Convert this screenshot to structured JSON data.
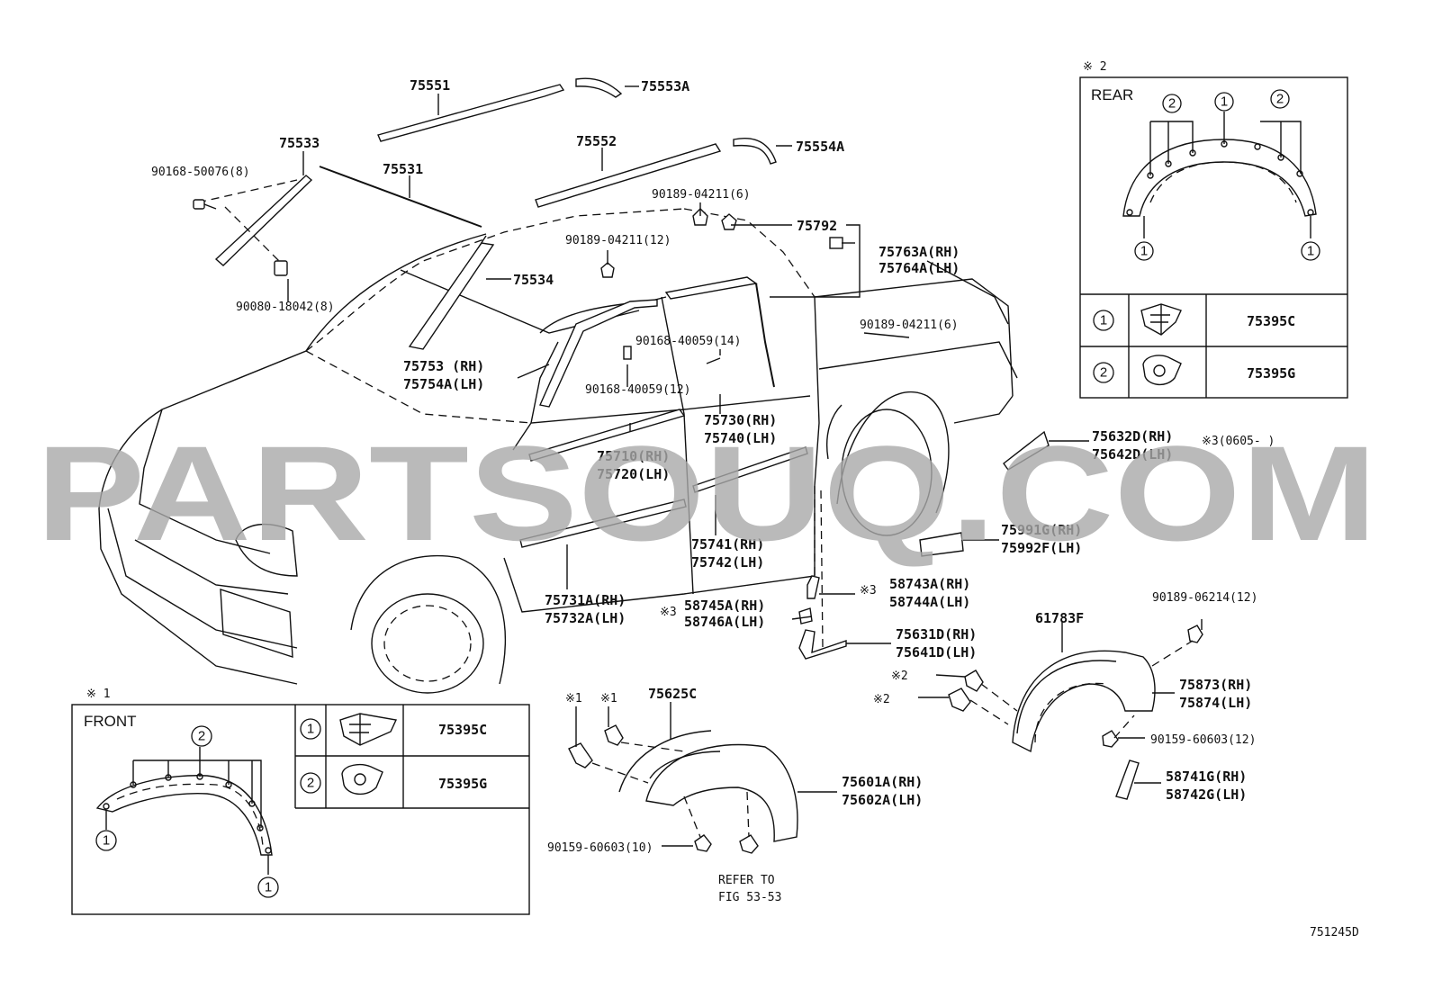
{
  "watermark": "PARTSOUQ.COM",
  "figure_code": "751245D",
  "labels": {
    "p75551": "75551",
    "p75553A": "75553A",
    "p75552": "75552",
    "p75554A": "75554A",
    "p75533": "75533",
    "p90168_50076": "90168-50076(8)",
    "p75531": "75531",
    "p90080_18042": "90080-18042(8)",
    "p75534": "75534",
    "p90189_04211_6a": "90189-04211(6)",
    "p75792": "75792",
    "p90189_04211_12": "90189-04211(12)",
    "p75763A": "75763A(RH)",
    "p75764A": "75764A(LH)",
    "p90189_04211_6b": "90189-04211(6)",
    "p90168_40059_14": "90168-40059(14)",
    "p75753": "75753 (RH)",
    "p75754A": "75754A(LH)",
    "p90168_40059_12": "90168-40059(12)",
    "p75730": "75730(RH)",
    "p75740": "75740(LH)",
    "p75710": "75710(RH)",
    "p75720": "75720(LH)",
    "p75632D": "75632D(RH)",
    "p75642D": "75642D(LH)",
    "note3": "※3(0605-  )",
    "p75741": "75741(RH)",
    "p75742": "75742(LH)",
    "p75991G": "75991G(RH)",
    "p75992F": "75992F(LH)",
    "p75731A": "75731A(RH)",
    "p75732A": "75732A(LH)",
    "p58743A": "58743A(RH)",
    "p58744A": "58744A(LH)",
    "mark3a": "※3",
    "p58745A": "58745A(RH)",
    "p58746A": "58746A(LH)",
    "mark3b": "※3",
    "p75631D": "75631D(RH)",
    "p75641D": "75641D(LH)",
    "p61783F": "61783F",
    "p90189_06214": "90189-06214(12)",
    "p75873": "75873(RH)",
    "p75874": "75874(LH)",
    "p90159_60603_12": "90159-60603(12)",
    "p58741G": "58741G(RH)",
    "p58742G": "58742G(LH)",
    "p75625C": "75625C",
    "p75601A": "75601A(RH)",
    "p75602A": "75602A(LH)",
    "p90159_60603_10": "90159-60603(10)",
    "refer1": "REFER TO",
    "refer2": "FIG 53-53",
    "mark2a": "※2",
    "mark2b": "※2",
    "mark1a": "※1",
    "mark1b": "※1"
  },
  "inset_rear": {
    "marker": "※ 2",
    "title": "REAR",
    "circle_1": "1",
    "circle_2": "2",
    "row1_part": "75395C",
    "row2_part": "75395G"
  },
  "inset_front": {
    "marker": "※ 1",
    "title": "FRONT",
    "circle_1": "1",
    "circle_2": "2",
    "row1_part": "75395C",
    "row2_part": "75395G"
  }
}
